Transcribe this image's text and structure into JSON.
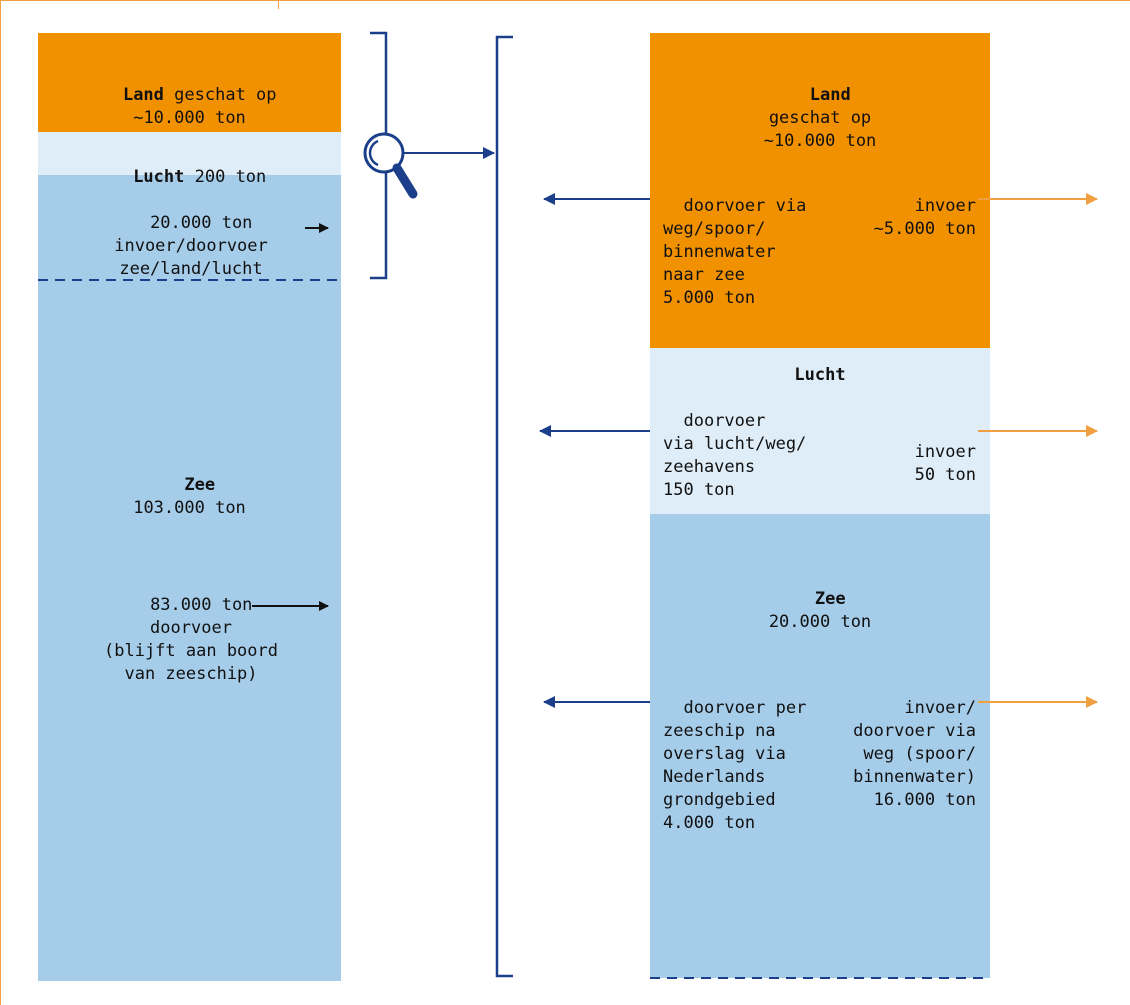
{
  "left_column": {
    "land": {
      "title": "Land",
      "text1": "geschat op",
      "text2": "~10.000 ton"
    },
    "lucht": {
      "title": "Lucht",
      "text": "200 ton"
    },
    "import_transit": {
      "line1": "20.000 ton",
      "line2": "invoer/doorvoer",
      "line3": "zee/land/lucht"
    },
    "zee": {
      "title": "Zee",
      "text": "103.000 ton"
    },
    "transit": {
      "line1": "83.000 ton",
      "line2": "doorvoer",
      "line3": "(blijft aan boord",
      "line4": "van zeeschip)"
    }
  },
  "right_column": {
    "land": {
      "title": "Land",
      "line1": "geschat op",
      "line2": "~10.000 ton",
      "left_text": [
        "doorvoer via",
        "weg/spoor/",
        "binnenwater",
        "naar zee",
        "5.000 ton"
      ],
      "right_text": [
        "invoer",
        "~5.000 ton"
      ]
    },
    "lucht": {
      "title": "Lucht",
      "left_text": [
        "doorvoer",
        "via lucht/weg/",
        "zeehavens",
        "150 ton"
      ],
      "right_text": [
        "invoer",
        "50 ton"
      ]
    },
    "zee": {
      "title": "Zee",
      "line1": "20.000 ton",
      "left_text": [
        "doorvoer per",
        "zeeschip na",
        "overslag via",
        "Nederlands",
        "grondgebied",
        "4.000 ton"
      ],
      "right_text": [
        "invoer/",
        "doorvoer via",
        "weg (spoor/",
        "binnenwater)",
        "16.000 ton"
      ]
    }
  },
  "colors": {
    "land": "#f29100",
    "lucht": "#deedf8",
    "zee": "#a5cce9",
    "bracket": "#1b3f8b",
    "arrow_orange": "#f0a040",
    "arrow_navy": "#1b3f8b"
  },
  "icons": {
    "zoom": "magnifier-icon"
  }
}
